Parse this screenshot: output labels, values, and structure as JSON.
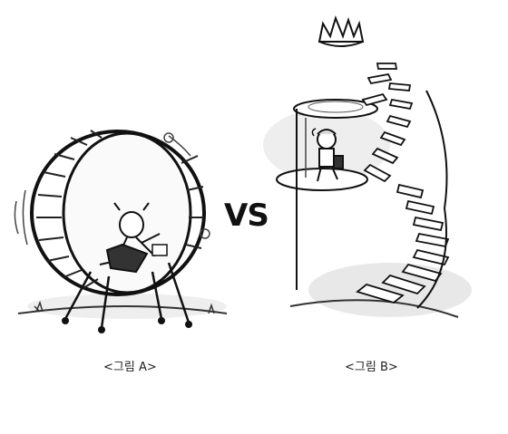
{
  "vs_label": "VS",
  "captions": {
    "a": "<그림 A>",
    "b": "<그림 B>"
  },
  "icons": {
    "left": "hamster-wheel-icon",
    "right": "spiral-staircase-crown-icon"
  }
}
